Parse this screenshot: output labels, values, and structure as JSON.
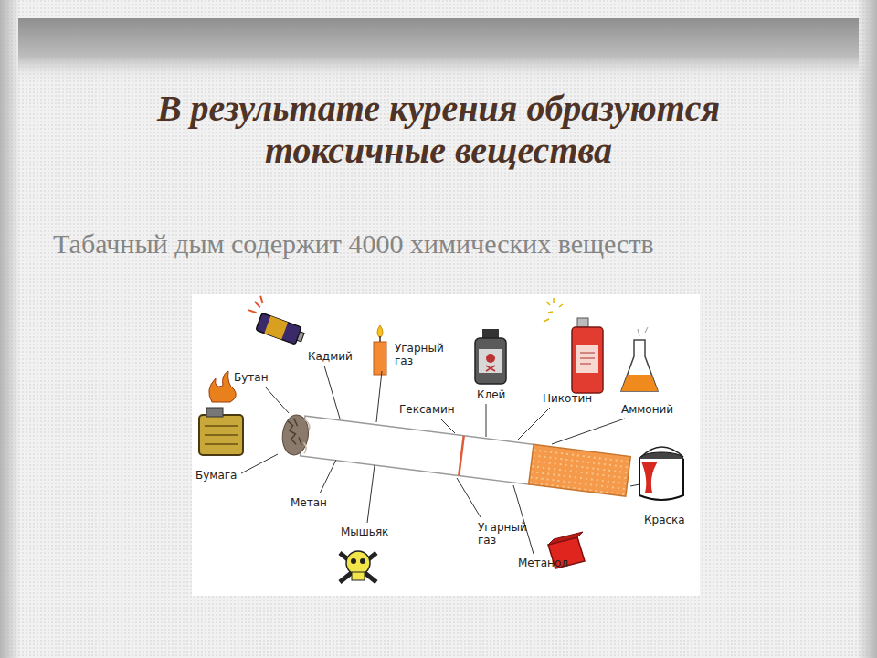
{
  "diagram": {
    "title": "В результате курения образуются токсичные вещества",
    "labels": [
      "Табачный дым содержит 4000 химических веществ",
      "Кадмий",
      "Угарный газ",
      "Бутан",
      "Гексамин",
      "Клей",
      "Никотин",
      "Аммоний",
      "Бумага",
      "Метан",
      "Мышьяк",
      "Угарный газ",
      "Метанол",
      "Краска"
    ]
  }
}
